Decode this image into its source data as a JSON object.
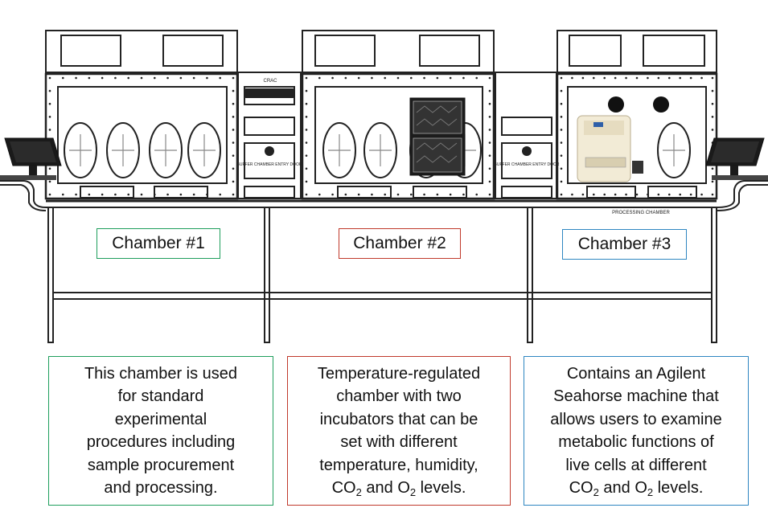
{
  "colors": {
    "chamber1": "#1e9e5c",
    "chamber2": "#c0392b",
    "chamber3": "#2e86c1",
    "line": "#222222"
  },
  "labels": {
    "chamber1": "Chamber #1",
    "chamber2": "Chamber #2",
    "chamber3": "Chamber #3"
  },
  "machine_text": {
    "crac": "CRAC",
    "buffer_left": "BUFFER CHAMBER ENTRY DOOR",
    "buffer_right": "BUFFER CHAMBER ENTRY DOOR",
    "processing": "PROCESSING CHAMBER"
  },
  "descriptions": {
    "chamber1": {
      "lines": [
        "This chamber is used",
        "for standard",
        "experimental",
        "procedures including",
        "sample procurement",
        "and processing."
      ]
    },
    "chamber2": {
      "lines": [
        "Temperature-regulated",
        "chamber with two",
        "incubators that can be",
        "set with different",
        "temperature, humidity,"
      ],
      "gas_line": {
        "a": "CO",
        "a_sub": "2",
        "mid": " and O",
        "b_sub": "2",
        "end": " levels."
      }
    },
    "chamber3": {
      "lines": [
        "Contains an Agilent",
        "Seahorse machine that",
        "allows users to examine",
        "metabolic functions of",
        "live cells at different"
      ],
      "gas_line": {
        "a": "CO",
        "a_sub": "2",
        "mid": " and O",
        "b_sub": "2",
        "end": " levels."
      }
    }
  }
}
